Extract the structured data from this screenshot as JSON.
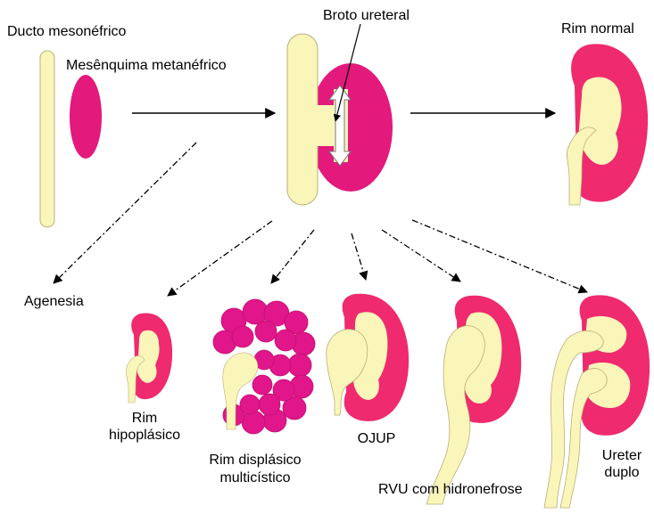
{
  "colors": {
    "cream": "#FAF5B9",
    "magenta": "#E3197C",
    "rim": "#EF2A6E",
    "dysplastic": "#E0168A",
    "outline": "#B9B07A",
    "arrow": "#000000"
  },
  "stage_top": {
    "ducto": "Ducto mesonéfrico",
    "mesenquima": "Mesênquima metanéfrico",
    "broto": "Broto ureteral",
    "rim_normal": "Rim normal"
  },
  "outcomes": {
    "agenesia": "Agenesia",
    "hipoplasico_1": "Rim",
    "hipoplasico_2": "hipoplásico",
    "displasico_1": "Rim displásico",
    "displasico_2": "multicístico",
    "ojup": "OJUP",
    "rvu": "RVU com hidronefrose",
    "duplo_1": "Ureter",
    "duplo_2": "duplo"
  },
  "icons": {
    "solid_arrow": "arrow-right-icon",
    "dashed_arrow": "dashed-arrow-icon",
    "double_arrow": "double-headed-arrow-icon"
  }
}
